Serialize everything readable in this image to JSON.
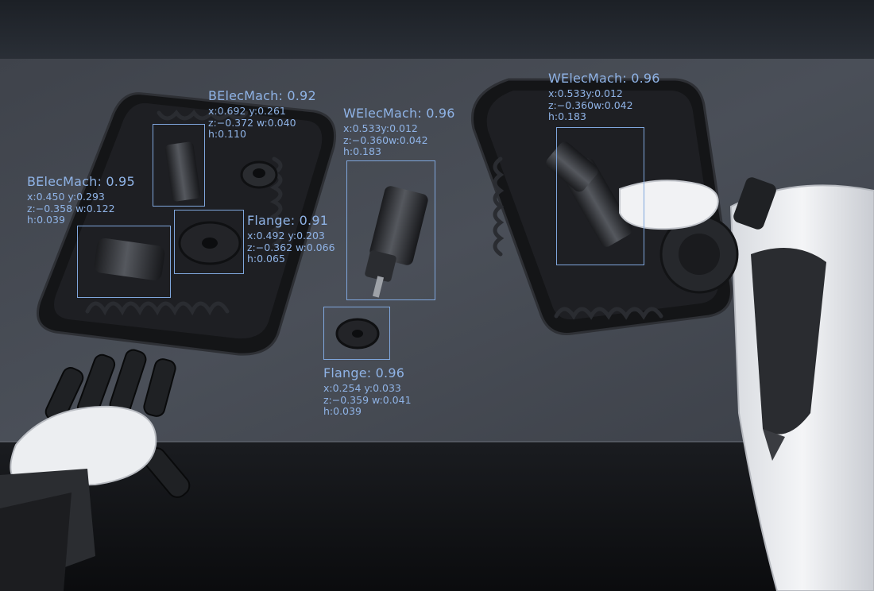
{
  "colors": {
    "annotation": "#8fb3e6",
    "box_stroke": "#7fa6dc",
    "table": "#474c55",
    "tray": "#1c1d20",
    "robot_white": "#e9ebee",
    "robot_dark": "#26282c"
  },
  "detections": [
    {
      "id": "belec-1",
      "title": "BElecMach: 0.92",
      "coords": [
        "x:0.692 y:0.261",
        "z:−0.372 w:0.040",
        "h:0.110"
      ]
    },
    {
      "id": "belec-2",
      "title": "BElecMach: 0.95",
      "coords": [
        "x:0.450 y:0.293",
        "z:−0.358 w:0.122",
        "h:0.039"
      ]
    },
    {
      "id": "flange-1",
      "title": "Flange: 0.91",
      "coords": [
        "x:0.492 y:0.203",
        "z:−0.362 w:0.066",
        "h:0.065"
      ]
    },
    {
      "id": "welec-center",
      "title": "WElecMach: 0.96",
      "coords": [
        "x:0.533y:0.012",
        "z:−0.360w:0.042",
        "h:0.183"
      ]
    },
    {
      "id": "flange-2",
      "title": "Flange: 0.96",
      "coords": [
        "x:0.254 y:0.033",
        "z:−0.359 w:0.041",
        "h:0.039"
      ]
    },
    {
      "id": "welec-right",
      "title": "WElecMach: 0.96",
      "coords": [
        "x:0.533y:0.012",
        "z:−0.360w:0.042",
        "h:0.183"
      ]
    }
  ]
}
